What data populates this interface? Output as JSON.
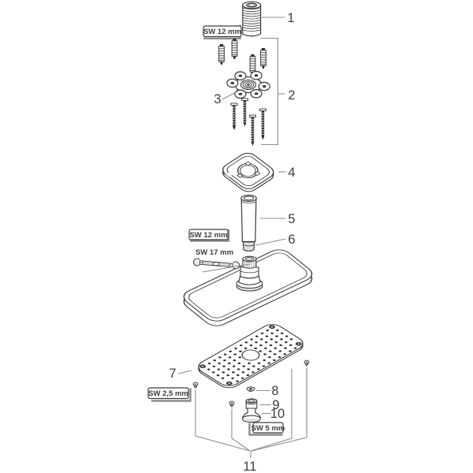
{
  "diagram": {
    "figure_type": "exploded-assembly-view",
    "colors": {
      "background": "#ffffff",
      "outline": "#3a3a3a",
      "leader": "#8c8c8c",
      "text": "#3d3d3d",
      "dark_fill": "#2e2e2e",
      "shade": "#e2e2e2"
    },
    "labels": {
      "p1": "1",
      "p2": "2",
      "p3": "3",
      "p4": "4",
      "p5": "5",
      "p6": "6",
      "p7": "7",
      "p8": "8",
      "p9": "9",
      "p10": "10",
      "p11": "11"
    },
    "tools": {
      "sw12_top": "SW 12 mm",
      "sw12_mid": "SW 12 mm",
      "sw17": "SW 17 mm",
      "sw25": "SW 2,5 mm",
      "sw5": "SW 5 mm"
    },
    "parts": [
      {
        "label": "1",
        "name": "threaded-nipple"
      },
      {
        "label": "2",
        "name": "fastener-set"
      },
      {
        "label": "3",
        "name": "mounting-flange"
      },
      {
        "label": "4",
        "name": "ceiling-escutcheon"
      },
      {
        "label": "5",
        "name": "supply-column"
      },
      {
        "label": "6",
        "name": "union-nut"
      },
      {
        "label": "7",
        "name": "spray-plate"
      },
      {
        "label": "8",
        "name": "cap-nut"
      },
      {
        "label": "9",
        "name": "nozzle"
      },
      {
        "label": "10",
        "name": "nozzle-base"
      },
      {
        "label": "11",
        "name": "spray-plate-screws"
      }
    ]
  }
}
